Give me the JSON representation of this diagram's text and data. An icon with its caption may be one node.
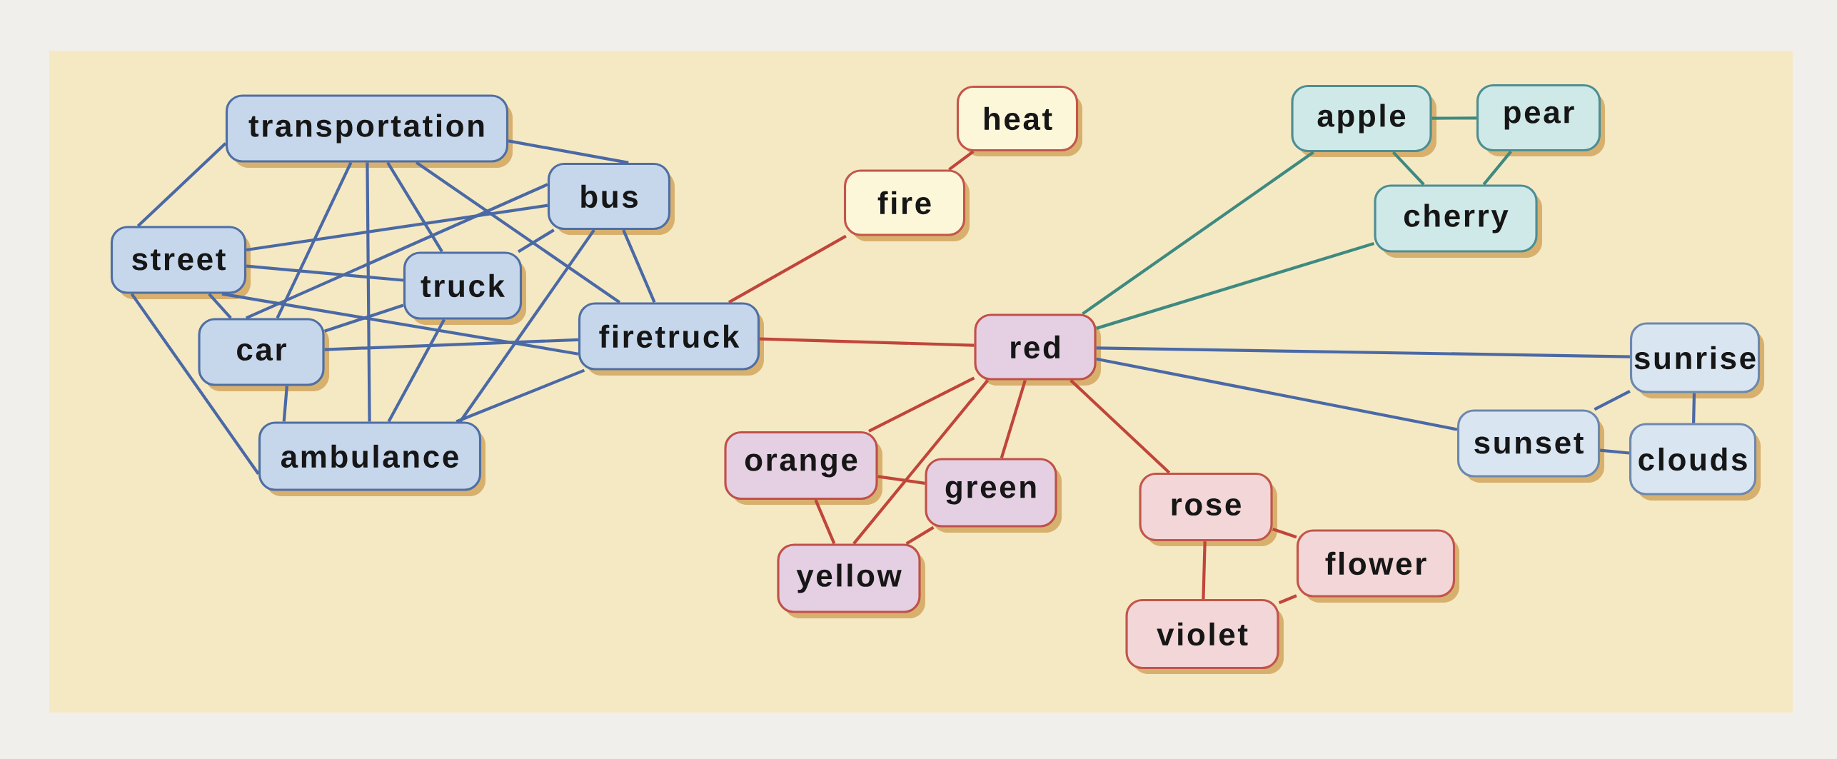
{
  "diagram": {
    "nodes": [
      {
        "text": [
          "transportation"
        ]
      },
      {
        "text": [
          "bus"
        ]
      },
      {
        "text": [
          "street"
        ]
      },
      {
        "text": [
          "truck"
        ]
      },
      {
        "text": [
          "car"
        ]
      },
      {
        "text": [
          "firetruck"
        ]
      },
      {
        "text": [
          "ambulance"
        ]
      },
      {
        "text": [
          "heat"
        ]
      },
      {
        "text": [
          "fire"
        ]
      },
      {
        "text": [
          "red"
        ]
      },
      {
        "text": [
          "orange"
        ]
      },
      {
        "text": [
          "green"
        ]
      },
      {
        "text": [
          "yellow"
        ]
      },
      {
        "text": [
          "apple"
        ]
      },
      {
        "text": [
          "pear"
        ]
      },
      {
        "text": [
          "cherry"
        ]
      },
      {
        "text": [
          "sunrise"
        ]
      },
      {
        "text": [
          "sunset"
        ]
      },
      {
        "text": [
          "clouds"
        ]
      },
      {
        "text": [
          "rose"
        ]
      },
      {
        "text": [
          "flower"
        ]
      },
      {
        "text": [
          "violet"
        ]
      }
    ],
    "edges": [
      {
        "from": 0,
        "to": 2,
        "arrow": "none"
      },
      {
        "from": 0,
        "to": 1,
        "arrow": "none"
      },
      {
        "from": 0,
        "to": 4,
        "arrow": "none"
      },
      {
        "from": 0,
        "to": 6,
        "arrow": "none"
      },
      {
        "from": 0,
        "to": 3,
        "arrow": "none"
      },
      {
        "from": 0,
        "to": 5,
        "arrow": "none"
      },
      {
        "from": 2,
        "to": 1,
        "arrow": "none"
      },
      {
        "from": 2,
        "to": 3,
        "arrow": "none"
      },
      {
        "from": 2,
        "to": 4,
        "arrow": "none"
      },
      {
        "from": 2,
        "to": 5,
        "arrow": "none"
      },
      {
        "from": 2,
        "to": 6,
        "arrow": "none"
      },
      {
        "from": 1,
        "to": 3,
        "arrow": "none"
      },
      {
        "from": 1,
        "to": 4,
        "arrow": "none"
      },
      {
        "from": 1,
        "to": 5,
        "arrow": "none"
      },
      {
        "from": 1,
        "to": 6,
        "arrow": "none"
      },
      {
        "from": 3,
        "to": 4,
        "arrow": "none"
      },
      {
        "from": 3,
        "to": 6,
        "arrow": "none"
      },
      {
        "from": 4,
        "to": 5,
        "arrow": "none"
      },
      {
        "from": 4,
        "to": 6,
        "arrow": "none"
      },
      {
        "from": 5,
        "to": 6,
        "arrow": "none"
      },
      {
        "from": 5,
        "to": 8,
        "arrow": "none",
        "color": "#c0453a"
      },
      {
        "from": 5,
        "to": 9,
        "arrow": "none",
        "color": "#c0453a"
      },
      {
        "from": 8,
        "to": 7,
        "arrow": "none",
        "color": "#c0453a"
      },
      {
        "from": 9,
        "to": 10,
        "arrow": "none",
        "color": "#c0453a"
      },
      {
        "from": 9,
        "to": 12,
        "arrow": "none",
        "color": "#c0453a"
      },
      {
        "from": 9,
        "to": 11,
        "arrow": "none",
        "color": "#c0453a"
      },
      {
        "from": 10,
        "to": 11,
        "arrow": "none",
        "color": "#c0453a"
      },
      {
        "from": 10,
        "to": 12,
        "arrow": "none",
        "color": "#c0453a"
      },
      {
        "from": 11,
        "to": 12,
        "arrow": "none",
        "color": "#c0453a"
      },
      {
        "from": 9,
        "to": 19,
        "arrow": "none",
        "color": "#c0453a"
      },
      {
        "from": 19,
        "to": 20,
        "arrow": "none",
        "color": "#c0453a"
      },
      {
        "from": 19,
        "to": 21,
        "arrow": "none",
        "color": "#c0453a"
      },
      {
        "from": 20,
        "to": 21,
        "arrow": "none",
        "color": "#c0453a"
      },
      {
        "from": 9,
        "to": 13,
        "arrow": "none",
        "color": "#3e8a80"
      },
      {
        "from": 9,
        "to": 15,
        "arrow": "none",
        "color": "#3e8a80"
      },
      {
        "from": 13,
        "to": 14,
        "arrow": "none",
        "color": "#3e8a80"
      },
      {
        "from": 13,
        "to": 15,
        "arrow": "none",
        "color": "#3e8a80"
      },
      {
        "from": 14,
        "to": 15,
        "arrow": "none",
        "color": "#3e8a80"
      },
      {
        "from": 9,
        "to": 16,
        "arrow": "none"
      },
      {
        "from": 9,
        "to": 17,
        "arrow": "none"
      },
      {
        "from": 16,
        "to": 17,
        "arrow": "none"
      },
      {
        "from": 16,
        "to": 18,
        "arrow": "none"
      },
      {
        "from": 17,
        "to": 18,
        "arrow": "none"
      }
    ]
  }
}
